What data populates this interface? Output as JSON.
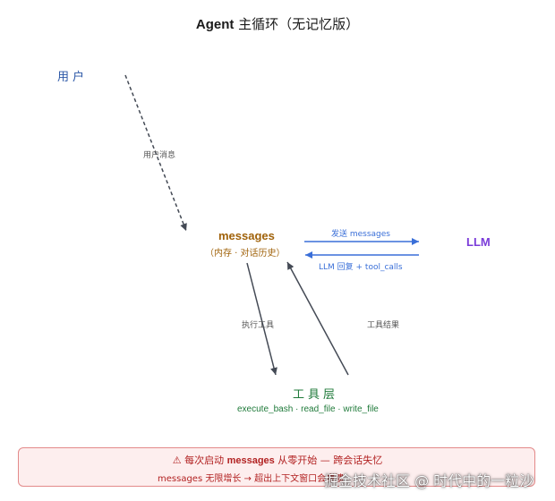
{
  "title": {
    "bold": "Agent",
    "rest": " 主循环（无记忆版）"
  },
  "nodes": {
    "user": "用户",
    "messages_title": "messages",
    "messages_subtitle": "（内存 · 对话历史）",
    "llm": "LLM",
    "tools_title": "工具层",
    "tools_list": "execute_bash · read_file · write_file"
  },
  "edges": {
    "user_message": "用户消息",
    "send_messages": "发送 messages",
    "llm_reply": "LLM 回复 + tool_calls",
    "exec_tool": "执行工具",
    "tool_result": "工具结果"
  },
  "warning": {
    "icon": "⚠",
    "prefix": " 每次启动 ",
    "keyword": "messages",
    "suffix": " 从零开始 — 跨会话失忆",
    "line2": "messages 无限增长 → 超出上下文窗口会崩溃"
  },
  "watermark": "掘金技术社区 @ 时代中的一粒沙",
  "colors": {
    "user": "#2a56a6",
    "messages": "#a0620a",
    "llm": "#7a3bd9",
    "tools": "#1f7a3a",
    "llm_edges": "#3a6fd8",
    "warning_text": "#b22222",
    "warning_border": "#e38a8a",
    "warning_fill": "#fdeeee"
  }
}
